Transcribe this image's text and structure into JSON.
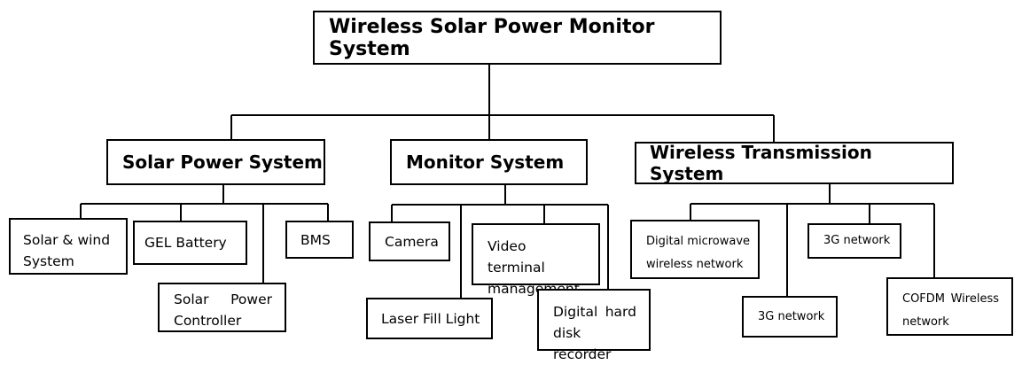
{
  "root": {
    "label": "Wireless Solar Power Monitor System"
  },
  "categories": {
    "solar": {
      "label": "Solar Power System"
    },
    "monitor": {
      "label": "Monitor System"
    },
    "wireless": {
      "label": "Wireless Transmission System"
    }
  },
  "solar_items": {
    "solar_wind": {
      "line1": "Solar & wind",
      "line2": "System"
    },
    "gel_battery": {
      "label": "GEL Battery"
    },
    "bms": {
      "label": "BMS"
    },
    "controller": {
      "line1": "Solar Power",
      "line2": "Controller"
    }
  },
  "monitor_items": {
    "camera": {
      "label": "Camera"
    },
    "video_terminal": {
      "line1": "Video terminal",
      "line2": "management"
    },
    "laser": {
      "label": "Laser Fill Light"
    },
    "dvr": {
      "line1": "Digital hard",
      "line2": "disk recorder"
    }
  },
  "wireless_items": {
    "microwave": {
      "line1": "Digital microwave",
      "line2": "wireless network"
    },
    "net3g_a": {
      "label": "3G network"
    },
    "net3g_b": {
      "label": "3G network"
    },
    "cofdm": {
      "line1": "COFDM Wireless",
      "line2": "network"
    }
  }
}
